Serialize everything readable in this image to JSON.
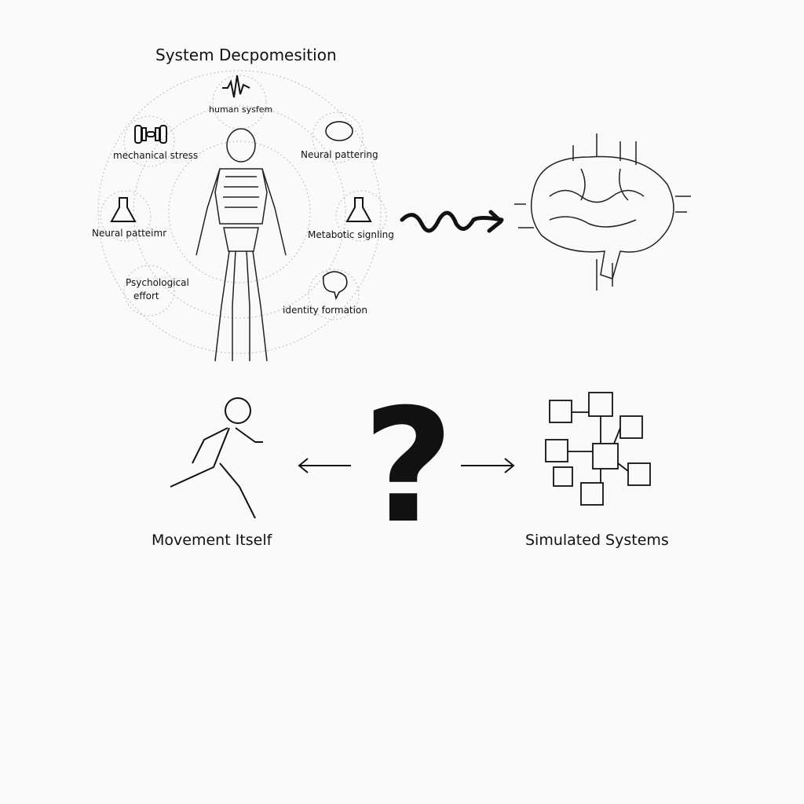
{
  "diagram": {
    "title": "System Decpomesition",
    "factors": {
      "top": "human sysfem",
      "upper_left": "mechanical stress",
      "upper_right": "Neural pattering",
      "left": "Neural patteimr",
      "right": "Metabotic signling",
      "lower_left_line1": "Psychological",
      "lower_left_line2": "effort",
      "lower_right": "identity formation"
    },
    "bottom": {
      "left_label": "Movement Itself",
      "center_symbol": "?",
      "right_label": "Simulated Systems"
    }
  }
}
